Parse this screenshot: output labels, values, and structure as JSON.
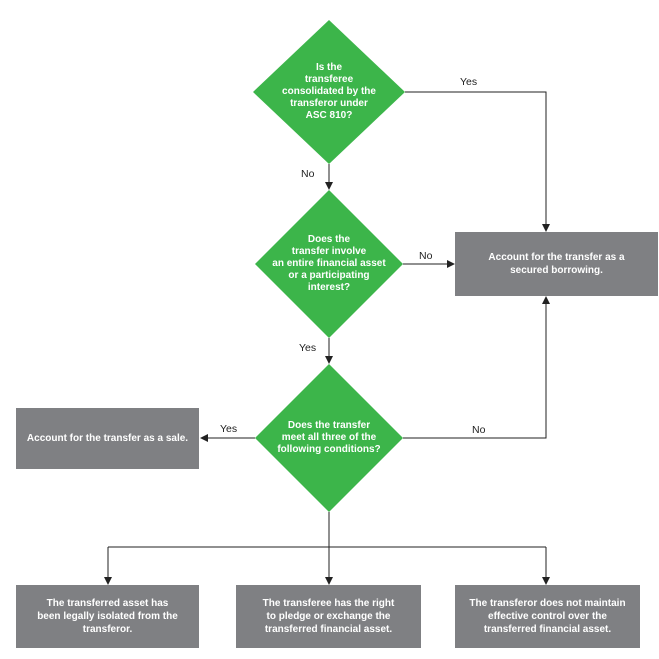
{
  "decisions": {
    "q1": "Is the\ntransferee\nconsolidated by the\ntransferor under\nASC 810?",
    "q2": "Does the\ntransfer involve\nan entire financial asset\nor a participating\ninterest?",
    "q3": "Does the transfer\nmeet all three of the\nfollowing conditions?"
  },
  "outcomes": {
    "secured": "Account for the transfer as a\nsecured borrowing.",
    "sale": "Account for the transfer as a sale."
  },
  "conditions": [
    "The transferred asset has\nbeen legally isolated from the\ntransferor.",
    "The transferee has the right\nto pledge or exchange the\ntransferred financial asset.",
    "The transferor does not maintain\neffective control over the\ntransferred financial asset."
  ],
  "labels": {
    "q1_yes": "Yes",
    "q1_no": "No",
    "q2_no": "No",
    "q2_yes": "Yes",
    "q3_yes": "Yes",
    "q3_no": "No"
  },
  "colors": {
    "diamond": "#3cb54a",
    "box": "#7f8083",
    "line": "#222222"
  }
}
